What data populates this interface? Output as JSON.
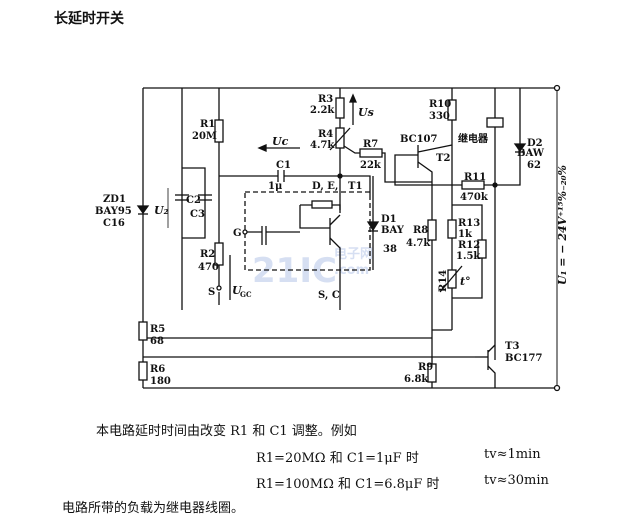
{
  "title": "长延时开关",
  "watermark": {
    "main": "21IC",
    "cn": "电子网",
    "com": ".com"
  },
  "components": {
    "ZD1": [
      "ZD1",
      "BAY95",
      "C16"
    ],
    "U2": "U₂",
    "C2": "C2",
    "C3": "C3",
    "R1": [
      "R1",
      "20M"
    ],
    "R2": [
      "R2",
      "470"
    ],
    "S": "S",
    "UGC": "U",
    "UGC_sub": "GC",
    "G": "G",
    "C1": [
      "C1",
      "1μ"
    ],
    "T1": [
      "D, E,",
      "T1"
    ],
    "SC": "S, C",
    "UC": "Uc",
    "R3": [
      "R3",
      "2.2k"
    ],
    "US": "Us",
    "R4": [
      "R4",
      "4.7k"
    ],
    "R7": [
      "R7",
      "22k"
    ],
    "D1": [
      "D1",
      "BAY",
      "38"
    ],
    "R10": [
      "R10",
      "330"
    ],
    "T2": [
      "BC107",
      "T2"
    ],
    "relay": "继电器",
    "D2": [
      "D2",
      "BAW",
      "62"
    ],
    "R11": [
      "R11",
      "470k"
    ],
    "R8": [
      "R8",
      "4.7k"
    ],
    "R13": [
      "R13",
      "1k"
    ],
    "R12": [
      "R12",
      "1.5k"
    ],
    "R14": [
      "R14",
      "t°"
    ],
    "R5": [
      "R5",
      "68"
    ],
    "R6": [
      "R6",
      "180"
    ],
    "R9": [
      "R9",
      "6.8k"
    ],
    "T3": [
      "T3",
      "BC177"
    ],
    "U1": "U₁ = − 24V⁺¹⁵%₋₂₀%"
  },
  "text": {
    "line1": "本电路延时时间由改变 R1 和 C1 调整。例如",
    "line2a": "R1=20MΩ 和 C1=1μF 时",
    "line2b": "tv≈1min",
    "line3a": "R1=100MΩ 和 C1=6.8μF 时",
    "line3b": "tv≈30min",
    "line4": "电路所带的负载为继电器线圈。"
  }
}
